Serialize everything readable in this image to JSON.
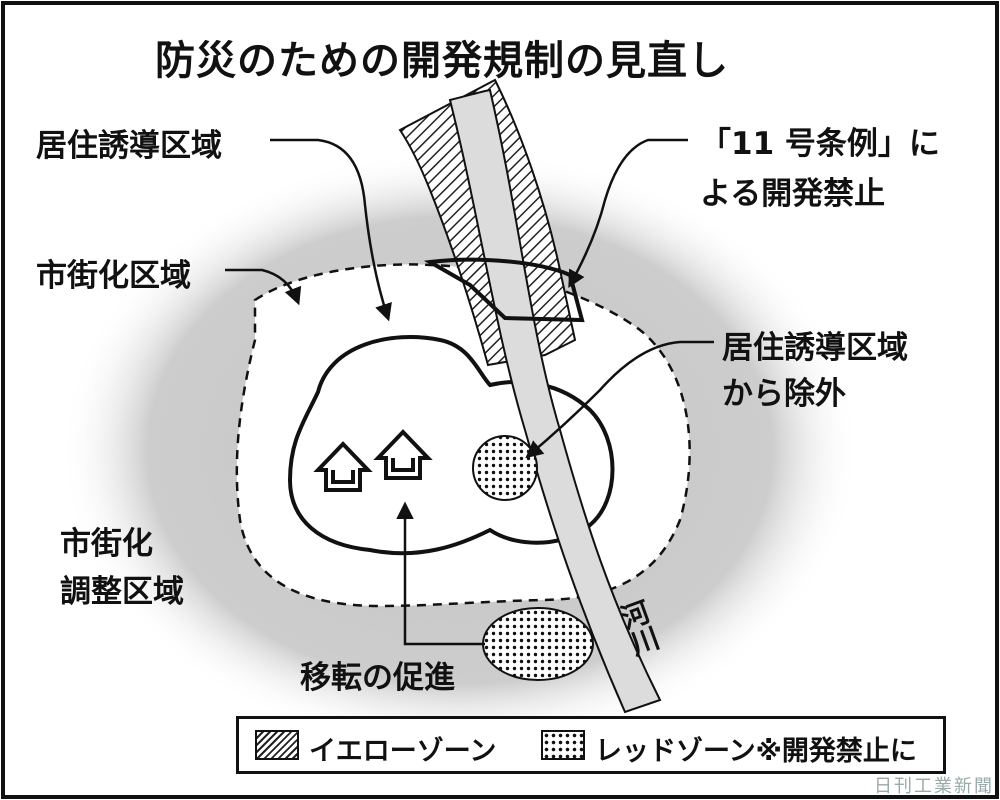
{
  "title": "防災のための開発規制の見直し",
  "labels": {
    "residential_induction_zone": "居住誘導区域",
    "urbanization_area": "市街化区域",
    "urbanization_control_area_line1": "市街化",
    "urbanization_control_area_line2": "調整区域",
    "ordinance_line1": "「11 号条例」に",
    "ordinance_line2": "よる開発禁止",
    "excluded_line1": "居住誘導区域",
    "excluded_line2": "から除外",
    "relocation": "移転の促進",
    "river": "河川"
  },
  "legend": {
    "yellow_zone": "イエローゾーン",
    "red_zone": "レッドゾーン※開発禁止に"
  },
  "credit": "日刊工業新聞",
  "colors": {
    "frame": "#111111",
    "control_area_fill": "#c9c9c9",
    "river_fill": "#dcdcdc"
  }
}
